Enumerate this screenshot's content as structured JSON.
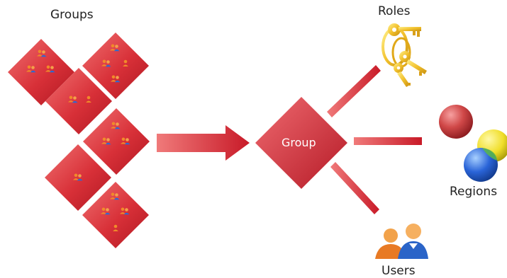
{
  "labels": {
    "groups": "Groups",
    "roles": "Roles",
    "center": "Group",
    "regions": "Regions",
    "users": "Users"
  },
  "colors": {
    "diamond_light": "#e85a5a",
    "diamond_dark": "#b81a24",
    "arrow": "#d33a44",
    "key_gold": "#f2c12e",
    "user_orange": "#f08a2a",
    "user_blue": "#2a6ad6",
    "region_red": "#c0303a",
    "region_yellow": "#f3e23a",
    "region_green": "#5cb84a",
    "region_blue": "#2a5ad6"
  },
  "icons": {
    "source_tile": "people-group-icon",
    "roles": "keys-icon",
    "regions": "spheres-icon",
    "users": "users-icon"
  }
}
